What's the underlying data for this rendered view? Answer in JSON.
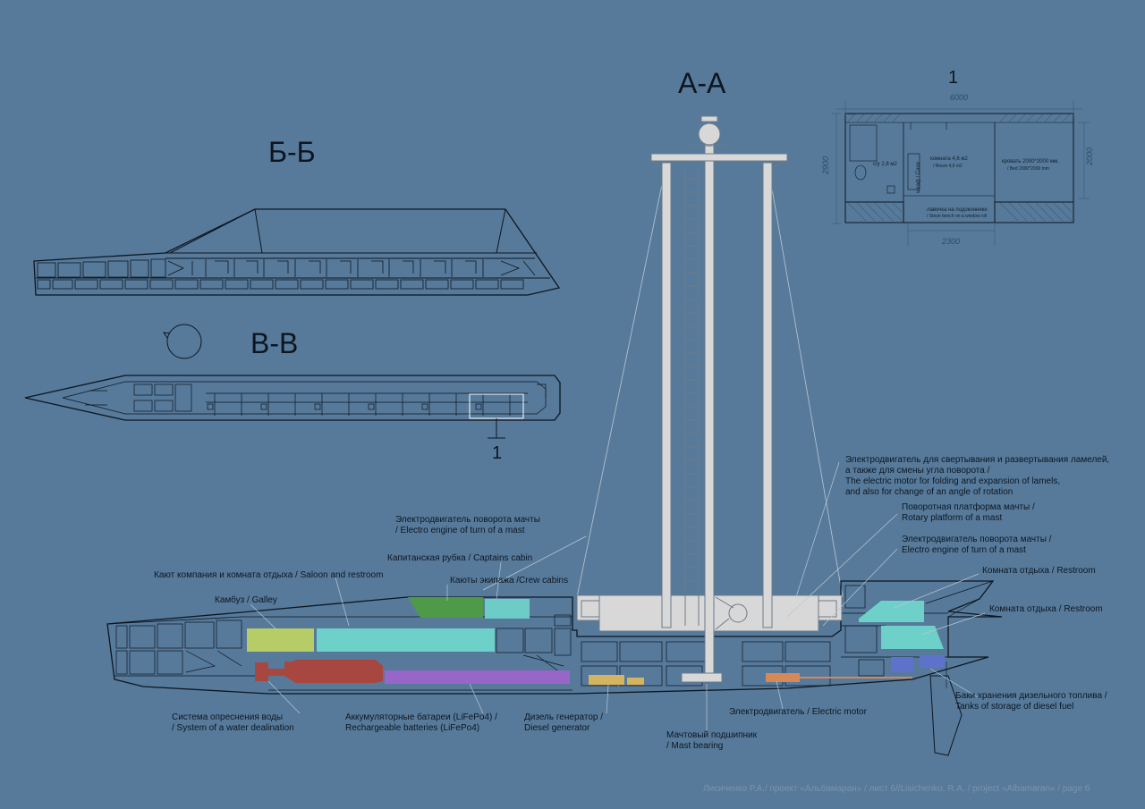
{
  "sections": {
    "bb": "Б-Б",
    "vv": "В-В",
    "aa": "А-А",
    "detail_number": "1",
    "callout_number": "1"
  },
  "detail_plan": {
    "dim_top": "6000",
    "dim_left": "2900",
    "dim_right": "2000",
    "dim_bottom": "2300",
    "wc": "с/у 2,8 м2",
    "wardrobe": "шкаф / Case",
    "room_ru": "комната 4,6 м2",
    "room_en": "/ Room 4,6 m2",
    "bed_ru": "кровать 2000*2000 мм.",
    "bed_en": "/ Bed 2000*2000 mm",
    "bench_ru": "лавочка на подоконнике",
    "bench_en": "/ Stove bench on a window sill"
  },
  "annotations": {
    "lamel_motor": [
      "Электродвигатель для свертывания и развертывания ламелей,",
      "а также для смены угла поворота /",
      "The electric motor for folding and expansion of lamels,",
      "and also for change of an angle of  rotation"
    ],
    "rotary_platform": [
      "Поворотная платформа мачты /",
      "Rotary platform of a mast"
    ],
    "mast_engine_right": [
      "Электродвигатель поворота мачты /",
      "Electro engine of turn of a mast"
    ],
    "restroom_1": "Комната отдыха / Restroom",
    "restroom_2": "Комната отдыха / Restroom",
    "mast_engine_left": [
      "Электродвигатель поворота мачты",
      "/ Electro engine of turn of a mast"
    ],
    "captain": "Капитанская рубка / Captains cabin",
    "crew": "Каюты экипажа /Crew cabins",
    "saloon": "Кают компания и комната отдыха / Saloon and restroom",
    "galley": "Камбуз / Galley",
    "water": [
      "Система опреснения воды",
      "/ System of a water dealination"
    ],
    "batteries": [
      "Аккумуляторные батареи (LiFePo4) /",
      "Rechargeable batteries (LiFePo4)"
    ],
    "diesel_gen": [
      "Дизель генератор /",
      "Diesel generator"
    ],
    "mast_bearing": [
      "Мачтовый подшипник",
      "/ Mast bearing"
    ],
    "electric_motor": "Электродвигатель / Electric motor",
    "fuel_tanks": [
      "Баки хранения дизельного топлива /",
      "Tanks of storage of diesel fuel"
    ]
  },
  "footer": "Лисиченко Р.А./ проект «Альбамаран» / лист 6//Lisichenko. R.A. / project «Albamaran» / page 6",
  "colors": {
    "background": "#577a9b",
    "line": "#0d1620",
    "mast": "#d8d8d8",
    "crew_cabins": "#4e9a49",
    "captains_cabin": "#6dccc6",
    "galley": "#b5cc67",
    "saloon": "#6dd0c9",
    "water_system": "#a8473f",
    "batteries": "#9865c9",
    "diesel_generator": "#d4b45e",
    "electric_motor": "#d68858",
    "fuel_tanks": "#5f72cb",
    "restroom": "#6dd0c9"
  }
}
